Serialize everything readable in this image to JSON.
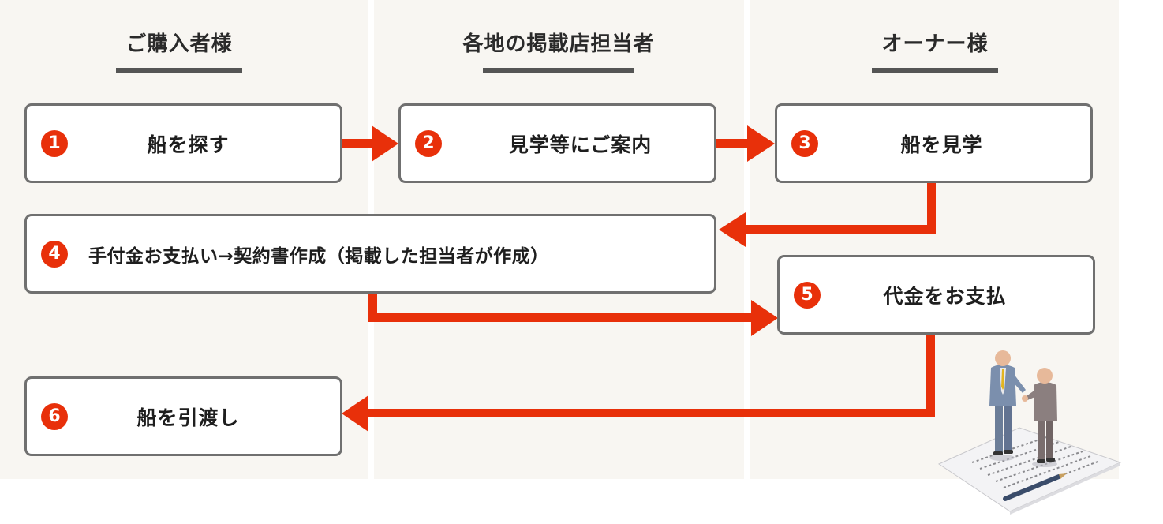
{
  "lanes": [
    {
      "title": "ご購入者様"
    },
    {
      "title": "各地の掲載店担当者"
    },
    {
      "title": "オーナー様"
    }
  ],
  "steps": [
    {
      "number": "1",
      "label": "船を探す"
    },
    {
      "number": "2",
      "label": "見学等にご案内"
    },
    {
      "number": "3",
      "label": "船を見学"
    },
    {
      "number": "4",
      "label": "手付金お支払い→契約書作成（掲載した担当者が作成）"
    },
    {
      "number": "5",
      "label": "代金をお支払"
    },
    {
      "number": "6",
      "label": "船を引渡し"
    }
  ],
  "colors": {
    "accent": "#e8300a",
    "lane_background": "#f8f6f2",
    "box_border": "#707070",
    "title_underline": "#555555"
  },
  "illustration": {
    "name": "handshake-contract-illustration"
  }
}
